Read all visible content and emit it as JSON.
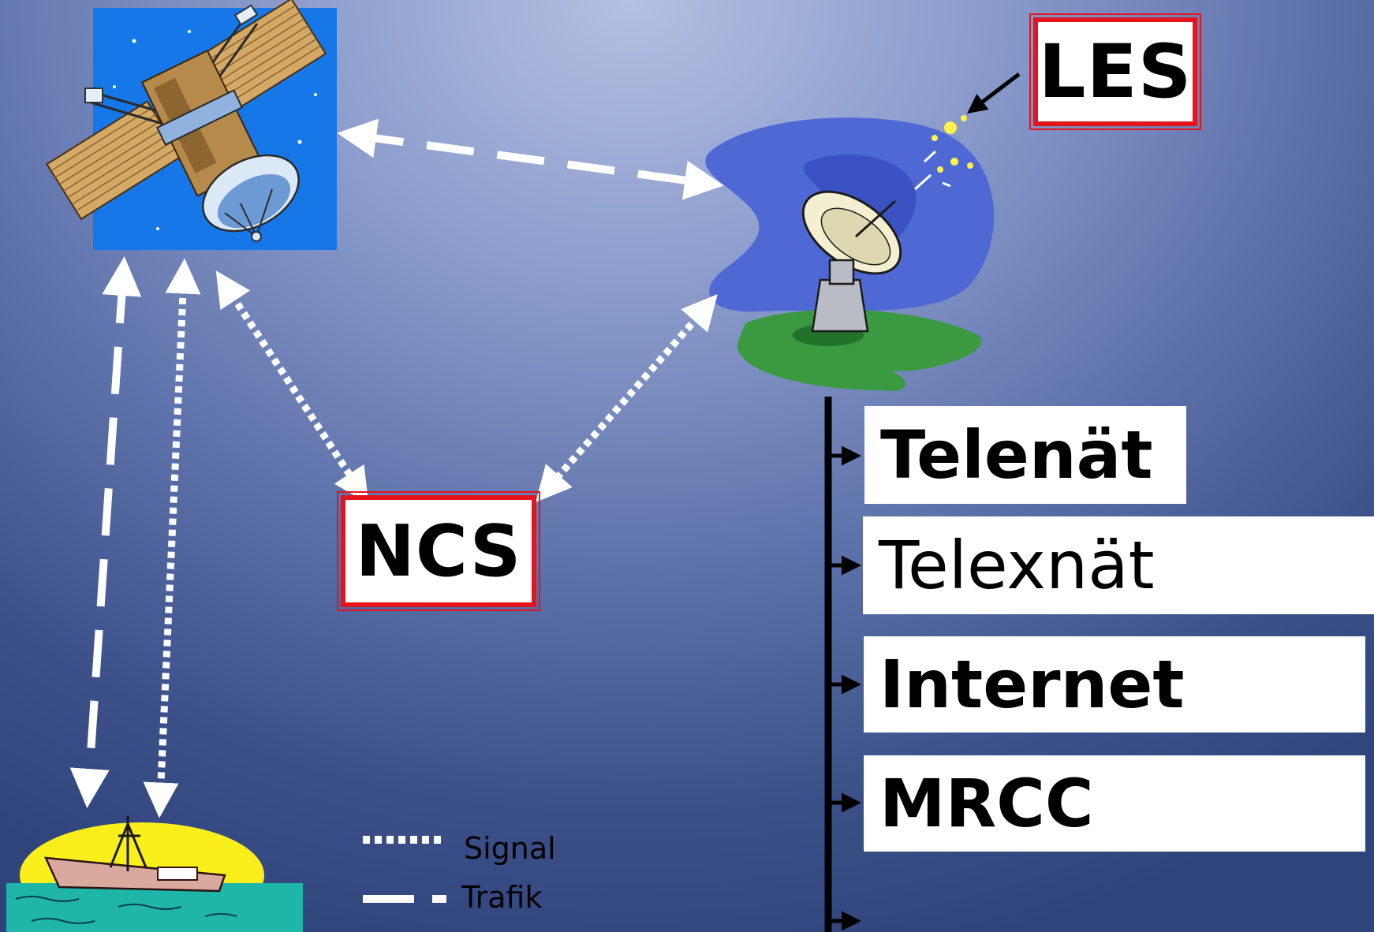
{
  "nodes": {
    "les_label": "LES",
    "ncs_label": "NCS"
  },
  "networks": [
    "Telenät",
    "Telexnät",
    "Internet",
    "MRCC"
  ],
  "legend": {
    "signal_label": "Signal",
    "trafik_label": "Trafik"
  },
  "colors": {
    "background": "#5d72ab",
    "label_border": "#e3141b",
    "connector": "#ffffff",
    "bus_line": "#000000"
  }
}
